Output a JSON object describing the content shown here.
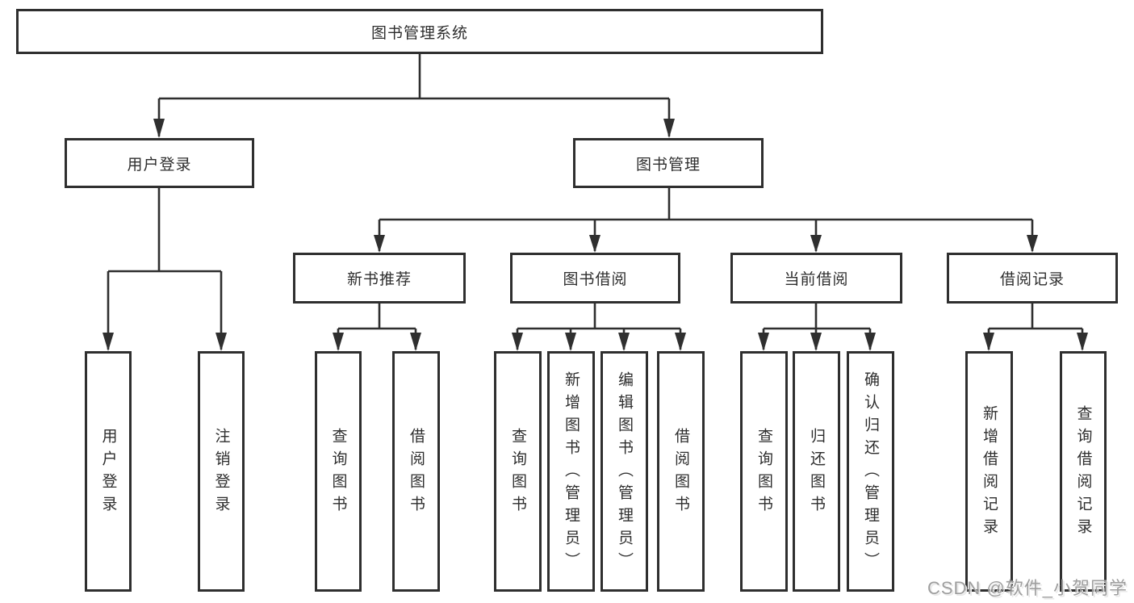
{
  "diagram": {
    "root": "图书管理系统",
    "user_login": "用户登录",
    "book_mgmt": "图书管理",
    "new_book": "新书推荐",
    "book_borrow": "图书借阅",
    "current_borrow": "当前借阅",
    "borrow_records": "借阅记录",
    "user_login_children": [
      "用户登录",
      "注销登录"
    ],
    "new_book_children": [
      "查询图书",
      "借阅图书"
    ],
    "book_borrow_children": [
      "查询图书",
      "新增图书（管理员）",
      "编辑图书（管理员）",
      "借阅图书"
    ],
    "current_borrow_children": [
      "查询图书",
      "归还图书",
      "确认归还（管理员）"
    ],
    "borrow_records_children": [
      "新增借阅记录",
      "查询借阅记录"
    ]
  },
  "watermark": "CSDN @软件_小贺同学",
  "colors": {
    "line": "#2f2f2f",
    "border": "#2f2f2f",
    "text": "#2e2e2e",
    "watermark": "#9e9e9e",
    "background": "#ffffff"
  }
}
